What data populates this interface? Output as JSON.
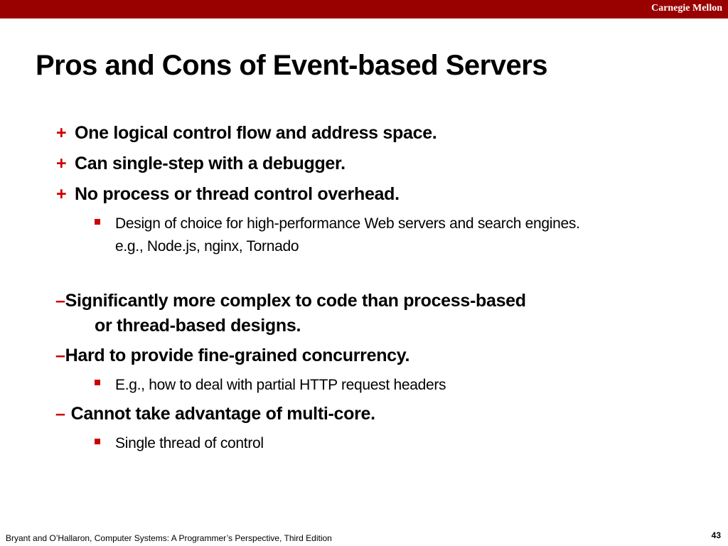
{
  "header": {
    "brand": "Carnegie Mellon"
  },
  "title": "Pros and Cons of Event-based Servers",
  "pros_sign": "+",
  "cons_sign": "–",
  "pros": [
    {
      "text": "One logical control flow and address space."
    },
    {
      "text": "Can single-step with a debugger."
    },
    {
      "text": "No process or thread control overhead.",
      "sub": [
        "Design of choice for high-performance Web servers and search engines.",
        "e.g., Node.js, nginx, Tornado"
      ]
    }
  ],
  "cons": [
    {
      "text_line1": "Significantly more complex to code than process-based",
      "text_line2": "or thread-based designs."
    },
    {
      "text": "Hard to provide fine-grained concurrency.",
      "sub": [
        "E.g., how to deal with partial HTTP request headers"
      ]
    },
    {
      "text": "Cannot take advantage of multi-core.",
      "sub": [
        "Single thread of control"
      ]
    }
  ],
  "footer": {
    "citation": "Bryant and O’Hallaron, Computer Systems: A Programmer’s Perspective, Third Edition",
    "page": "43"
  },
  "colors": {
    "bar": "#990000",
    "accent": "#cc0000"
  }
}
